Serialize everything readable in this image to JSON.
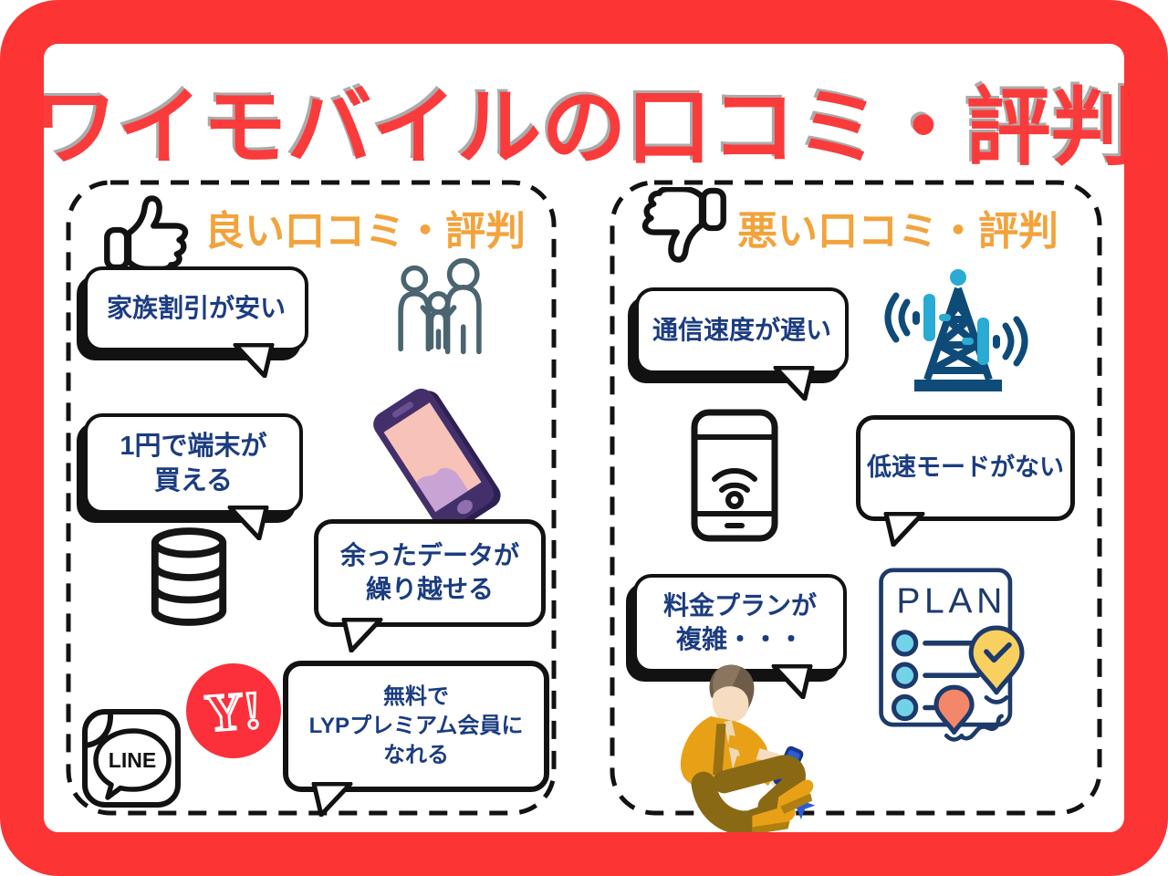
{
  "title": "ワイモバイルの口コミ・評判",
  "colors": {
    "frame_red": "#FC3434",
    "title_red": "#FA3B3B",
    "header_orange": "#F2A33C",
    "bubble_navy": "#1B3C80",
    "yahoo_red": "#FB303B",
    "tower_navy": "#0F4B78",
    "tower_cyan": "#29ABD3",
    "plan_navy": "#1D3A6B"
  },
  "good_panel": {
    "header": "良い口コミ・評判",
    "bubble1": {
      "line1": "家族割引が安い"
    },
    "bubble2": {
      "line1": "1円で端末が",
      "line2": "買える"
    },
    "bubble3": {
      "line1": "余ったデータが",
      "line2": "繰り越せる"
    },
    "bubble4": {
      "line1": "無料で",
      "line2": "LYPプレミアム会員に",
      "line3": "なれる"
    },
    "line_logo_text": "LINE",
    "yahoo_logo_text": "Y!"
  },
  "bad_panel": {
    "header": "悪い口コミ・評判",
    "bubble1": {
      "line1": "通信速度が遅い"
    },
    "bubble2": {
      "line1": "低速モードがない"
    },
    "bubble3": {
      "line1": "料金プランが",
      "line2": "複雑・・・"
    },
    "plan_label": "PLAN"
  }
}
